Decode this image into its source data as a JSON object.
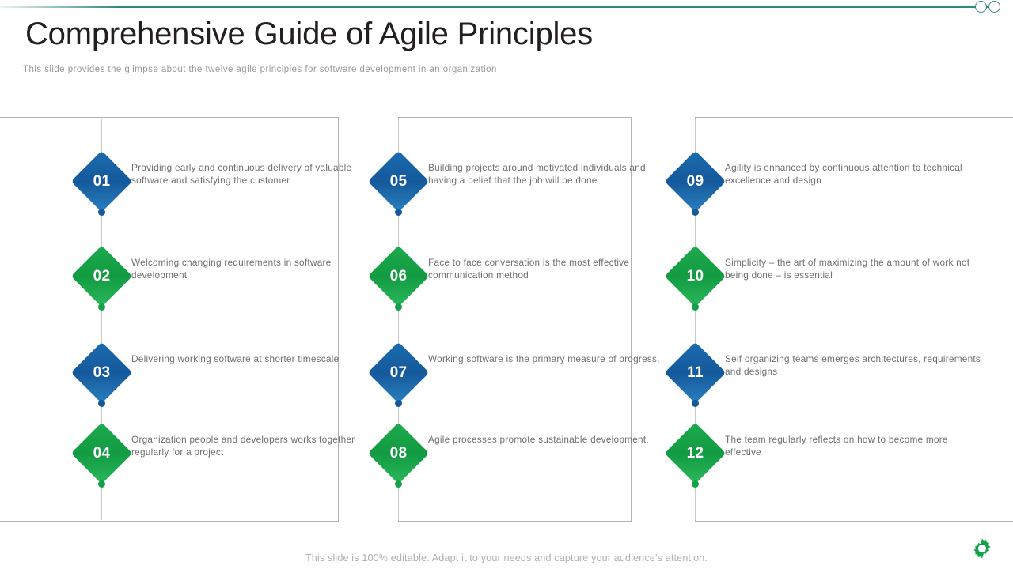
{
  "header": {
    "title": "Comprehensive Guide of Agile Principles",
    "subtitle": "This slide provides the glimpse about the twelve agile principles for software development in an organization"
  },
  "theme": {
    "accent_teal": "#2e8b7a",
    "blue": "#15599c",
    "green": "#13a247",
    "text_gray": "#6f6f6f",
    "frame_gray": "#b3b3b3"
  },
  "columns": [
    {
      "name": "column-1",
      "items": [
        {
          "number": "01",
          "color": "blue",
          "text": "Providing early and continuous delivery of valuable software and satisfying the customer"
        },
        {
          "number": "02",
          "color": "green",
          "text": "Welcoming changing requirements in software development"
        },
        {
          "number": "03",
          "color": "blue",
          "text": "Delivering working software at shorter timescale"
        },
        {
          "number": "04",
          "color": "green",
          "text": "Organization people and developers works together regularly for a project"
        }
      ]
    },
    {
      "name": "column-2",
      "items": [
        {
          "number": "05",
          "color": "blue",
          "text": "Building projects around motivated individuals and having a belief that the job will be done"
        },
        {
          "number": "06",
          "color": "green",
          "text": "Face to face conversation is the most effective communication method"
        },
        {
          "number": "07",
          "color": "blue",
          "text": "Working software is the primary measure of progress."
        },
        {
          "number": "08",
          "color": "green",
          "text": "Agile processes promote sustainable development."
        }
      ]
    },
    {
      "name": "column-3",
      "items": [
        {
          "number": "09",
          "color": "blue",
          "text": "Agility is enhanced by continuous attention to technical excellence and design"
        },
        {
          "number": "10",
          "color": "green",
          "text": "Simplicity – the art of maximizing the amount of work not being done – is essential"
        },
        {
          "number": "11",
          "color": "blue",
          "text": "Self organizing teams emerges architectures, requirements and designs"
        },
        {
          "number": "12",
          "color": "green",
          "text": "The team regularly reflects on how to become more effective"
        }
      ]
    }
  ],
  "footer": {
    "note": "This slide is 100% editable. Adapt it to your needs and capture your audience's attention."
  },
  "icons": {
    "gear": "gear-icon",
    "top_circle_1": "circle-outline-icon",
    "top_circle_2": "circle-outline-icon"
  }
}
